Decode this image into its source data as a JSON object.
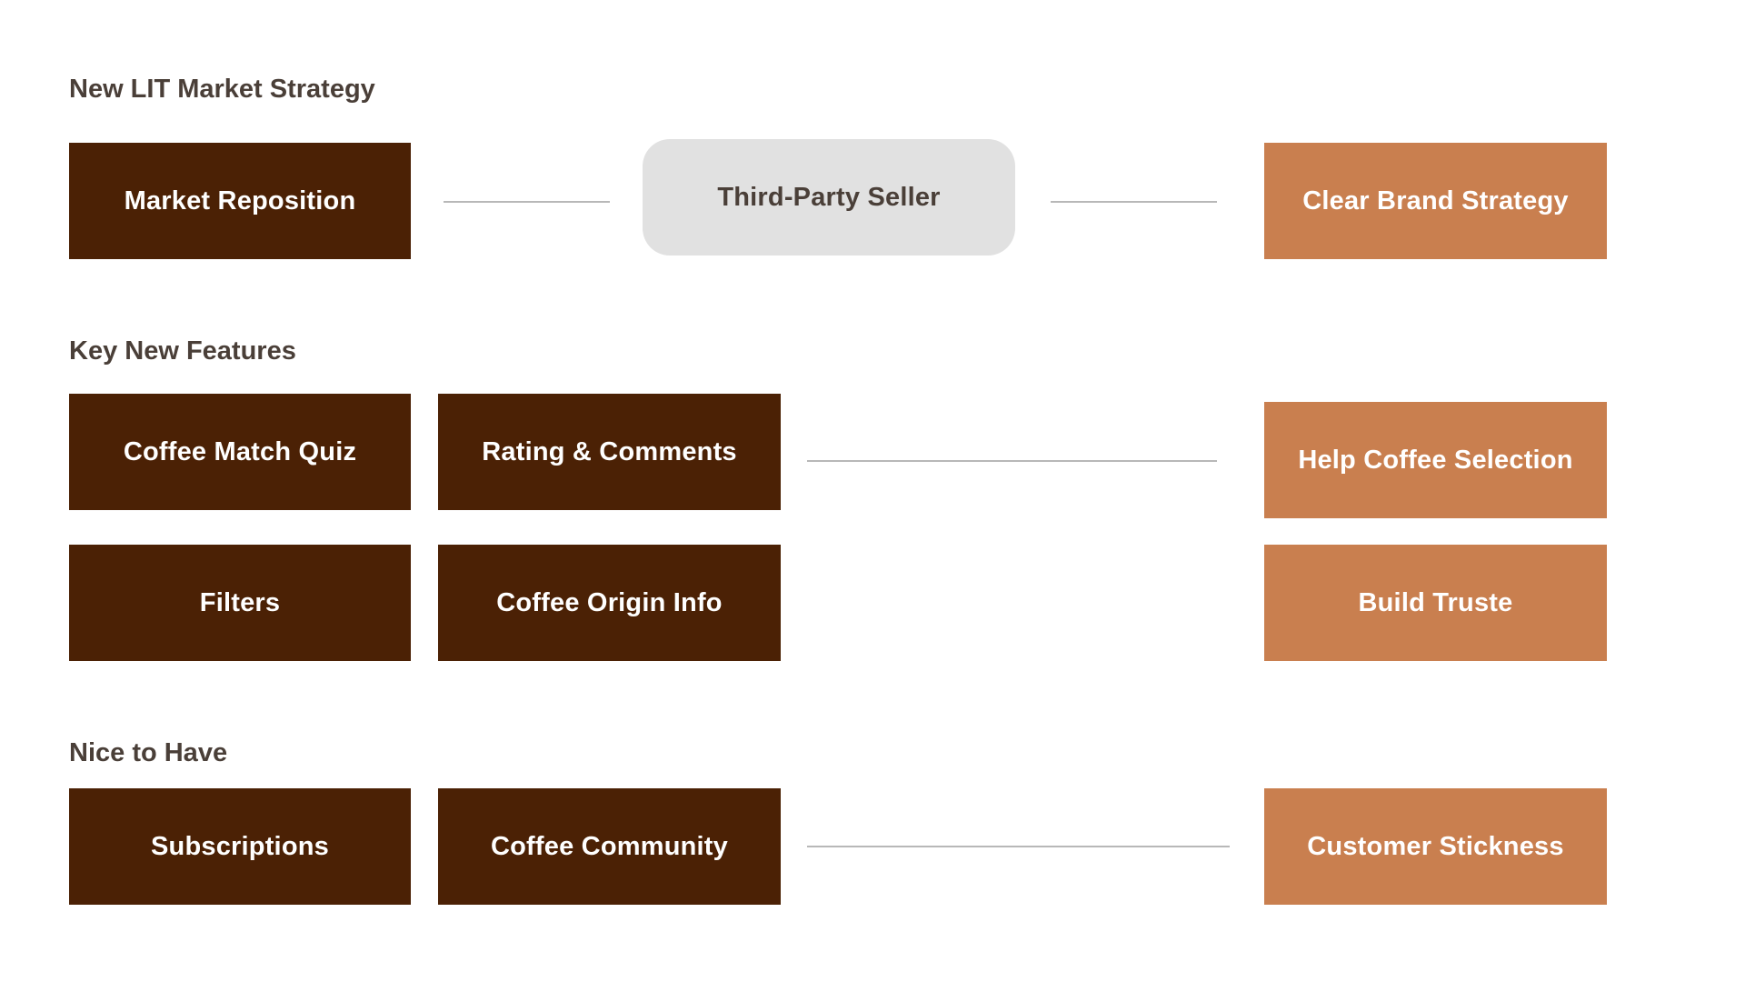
{
  "sections": {
    "strategy": {
      "heading": "New LIT Market Strategy",
      "left": "Market Reposition",
      "middle": "Third-Party Seller",
      "right": "Clear Brand Strategy"
    },
    "key_features": {
      "heading": "Key New Features",
      "items": [
        "Coffee Match Quiz",
        "Rating & Comments",
        "Filters",
        "Coffee Origin Info"
      ],
      "outcomes": [
        "Help Coffee Selection",
        "Build Truste"
      ]
    },
    "nice_to_have": {
      "heading": "Nice to Have",
      "items": [
        "Subscriptions",
        "Coffee Community"
      ],
      "outcome": "Customer Stickness"
    }
  },
  "colors": {
    "feature_box": "#4b2105",
    "outcome_box": "#c97f4f",
    "intermediate_box": "#e1e1e1",
    "heading_text": "#4a3f38",
    "connector": "#b8b8b8"
  }
}
